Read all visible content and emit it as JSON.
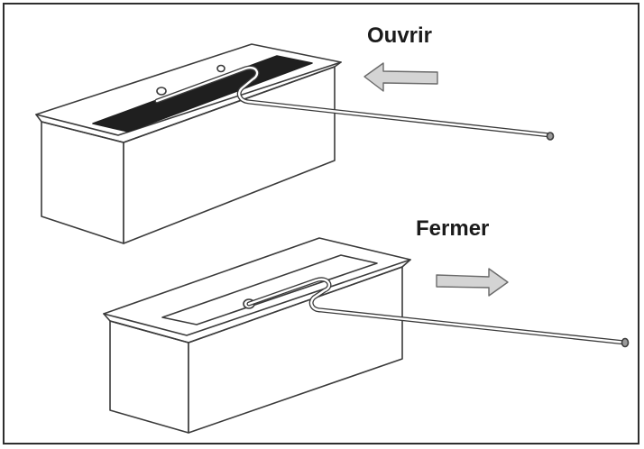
{
  "labels": {
    "open": "Ouvrir",
    "close": "Fermer"
  },
  "colors": {
    "line": "#3a3a3a",
    "slot": "#1f1f1f",
    "arrow_fill": "#d4d4d4",
    "arrow_stroke": "#6a6a6a",
    "frame": "#2e2e2e"
  },
  "states": [
    {
      "name": "open",
      "slot_covered": false,
      "arrow_direction": "left"
    },
    {
      "name": "closed",
      "slot_covered": true,
      "arrow_direction": "right"
    }
  ]
}
